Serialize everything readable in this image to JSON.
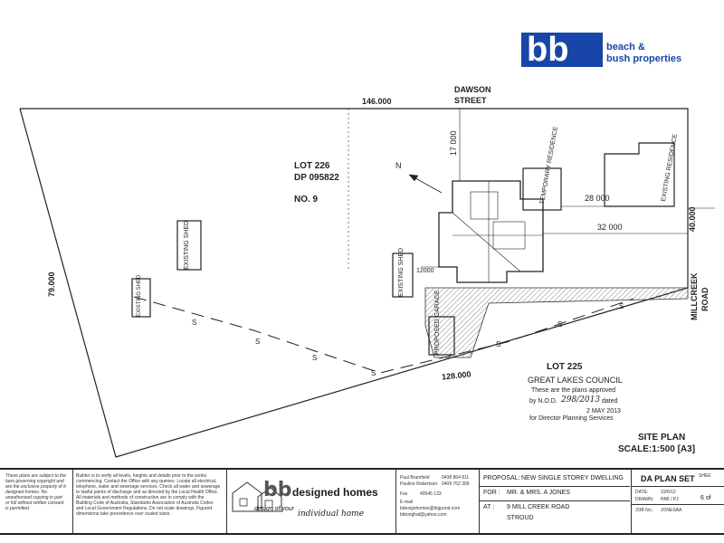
{
  "logo": {
    "letters": "bb",
    "line1": "beach &",
    "line2": "bush properties",
    "color": "#1846a8"
  },
  "plan": {
    "street_name_1": "DAWSON",
    "street_name_2": "STREET",
    "top_boundary": "146.000",
    "left_boundary": "79.000",
    "bottom_boundary": "128.000",
    "right_boundary": "40.000",
    "setback_front": "17 000",
    "setback_side_28": "28 000",
    "setback_side_32": "32 000",
    "setback_12": "12000",
    "lot_label": "LOT 226",
    "dp_label": "DP 095822",
    "number_label": "NO. 9",
    "north": "N",
    "existing_shed_1": "EXISTING SHED",
    "existing_shed_2": "EXISTING SHED",
    "existing_shed_3": "EXISTING SHED",
    "temporary_residence": "TEMPORARY RESIDENCE",
    "existing_residence": "EXISTING RESIDENCE",
    "proposed_garage": "PROPOSED GARAGE",
    "lot_225": "LOT 225",
    "road_1": "MILLCREEK",
    "road_2": "ROAD",
    "sewer": "S",
    "site_plan": "SITE PLAN",
    "scale": "SCALE:1:500 [A3]"
  },
  "stamp": {
    "council": "GREAT LAKES COUNCIL",
    "line1": "These are the plans approved",
    "line2_prefix": "by N.O.D.",
    "nod_number": "298/2013",
    "line2_suffix": "dated",
    "date": "2 MAY 2013",
    "line3": "for Director Planning Services"
  },
  "title_block": {
    "disclaimer": "These plans are subject to the laws governing copyright and are the exclusive property of b designed homes. No unauthorised copying in part or full without written consent is permitted.",
    "notes": "Builder is to verify all levels, heights and details prior to the works commencing. Contact the Office with any queries. Locate all electrical, telephone, water and sewerage services. Check all water and sewerage to lawful points of discharge and as directed by the Local Health Office. All materials and methods of construction are to comply with the Building Code of Australia, Standards Association of Australia Codes and Local Government Regulations. Do not scale drawings. Figured dimensions take precedence over scaled sizes.",
    "brand": "designed homes",
    "tagline_1": "design of your",
    "tagline_2": "individual home",
    "contact_1_name": "Paul Bramfield",
    "contact_1_phone": "0438 864 811",
    "contact_2_name": "Pauline Robertson",
    "contact_2_phone": "0409 762 309",
    "fax_label": "Fax",
    "fax": "49545 133",
    "email_label": "E-mail",
    "email_1": "bdesignhomes@bigpond.com",
    "email_2": "bbtorighal@yahoo.com",
    "proposal_label": "PROPOSAL:",
    "proposal": "NEW SINGLE STOREY DWELLING",
    "for_label": "FOR :",
    "client": "MR. & MRS. A JONES",
    "at_label": "AT :",
    "address_1": "9 MILL CREEK ROAD",
    "address_2": "STROUD",
    "set_title": "DA PLAN SET",
    "date_label": "DATE:",
    "date": "10/6/12",
    "drawn_label": "DRAWN:",
    "drawn": "PAB / PJ",
    "job_label": "JOB No.:",
    "job": "JONESAA",
    "sheet_label": "SHEE",
    "sheet": "6 of"
  }
}
